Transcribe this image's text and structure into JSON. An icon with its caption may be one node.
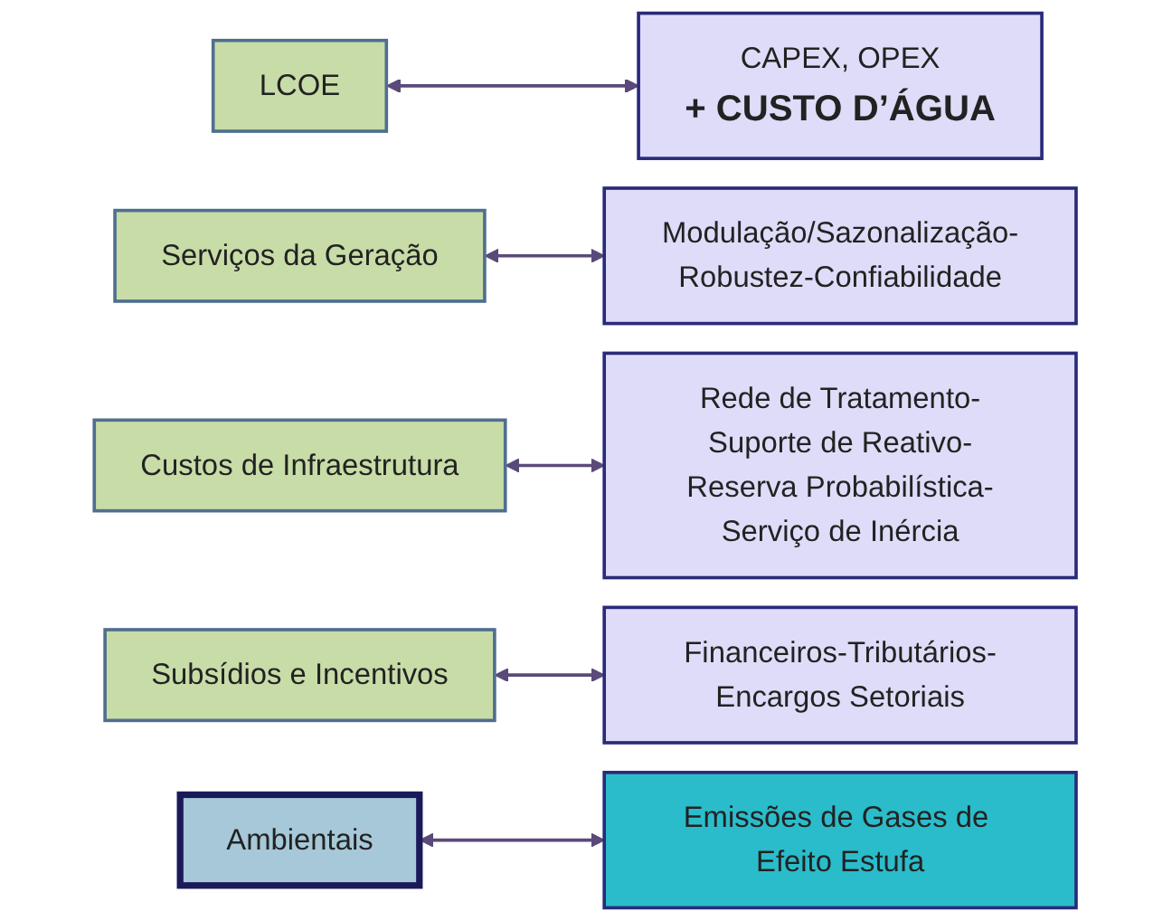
{
  "diagram": {
    "nodes": [
      {
        "text": [
          "LCOE"
        ]
      },
      {
        "text": [
          "CAPEX, OPEX",
          "+ CUSTO D’ÁGUA"
        ]
      },
      {
        "text": [
          "Serviços da Geração"
        ]
      },
      {
        "text": [
          "Modulação/Sazonalização-Robustez-Confiabilidade"
        ]
      },
      {
        "text": [
          "Custos de Infraestrutura"
        ]
      },
      {
        "text": [
          "Rede de Tratamento-Suporte de Reativo-Reserva Probabilística-Serviço de Inércia"
        ]
      },
      {
        "text": [
          "Subsídios e Incentivos"
        ]
      },
      {
        "text": [
          "Financeiros-Tributários-Encargos Setoriais"
        ]
      },
      {
        "text": [
          "Ambientais"
        ]
      },
      {
        "text": [
          "Emissões de Gases de Efeito Estufa"
        ]
      }
    ],
    "edges": [
      {
        "from": 0,
        "to": 1,
        "arrow": "both"
      },
      {
        "from": 2,
        "to": 3,
        "arrow": "both"
      },
      {
        "from": 4,
        "to": 5,
        "arrow": "both"
      },
      {
        "from": 6,
        "to": 7,
        "arrow": "both"
      },
      {
        "from": 8,
        "to": 9,
        "arrow": "both"
      }
    ]
  }
}
